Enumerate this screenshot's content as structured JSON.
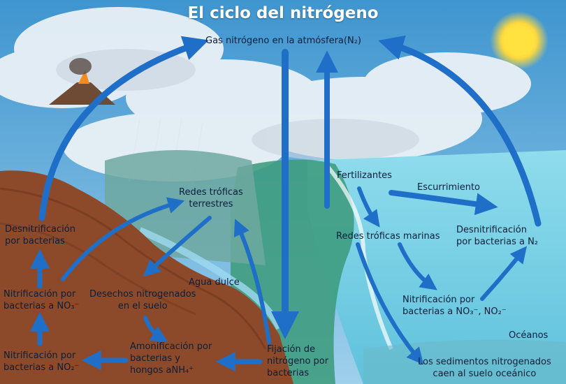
{
  "title": "El ciclo del nitrógeno",
  "colors": {
    "sky": "#5aa7d6",
    "ocean": "#7fd3e6",
    "soil": "#8c4a2a",
    "arrow_blue": "#1f6fc8",
    "text": "#0b1e3a"
  },
  "labels": {
    "atmosphere": "Gas nitrógeno en la atmósfera(N₂)",
    "denit_land_1": "Desnitrificación",
    "denit_land_2": "por bacterias",
    "nitr_no3_1": "Nitrificación por",
    "nitr_no3_2": "bacterias a NO₃⁻",
    "nitr_no2_1": "Nitrificación por",
    "nitr_no2_2": "bacterias a NO₂⁻",
    "food_land_1": "Redes tróficas",
    "food_land_2": "terrestres",
    "waste_1": "Desechos nitrogenados",
    "waste_2": "en el suelo",
    "ammon_1": "Amonificación por",
    "ammon_2": "bacterias y",
    "ammon_3": "hongos aNH₄⁺",
    "fresh_water": "Agua dulce",
    "fixation_1": "Fijación de",
    "fixation_2": "nitrógeno por",
    "fixation_3": "bacterias",
    "fertilizers": "Fertilizantes",
    "runoff": "Escurrimiento",
    "marine_food": "Redes tróficas marinas",
    "denit_sea_1": "Desnitrificación",
    "denit_sea_2": "por bacterias a N₂",
    "nitr_sea_1": "Nitrificación por",
    "nitr_sea_2": "bacterias a  NO₃⁻, NO₂⁻",
    "oceans": "Océanos",
    "sediments_1": "Los sedimentos nitrogenados",
    "sediments_2": "caen al suelo oceánico"
  }
}
